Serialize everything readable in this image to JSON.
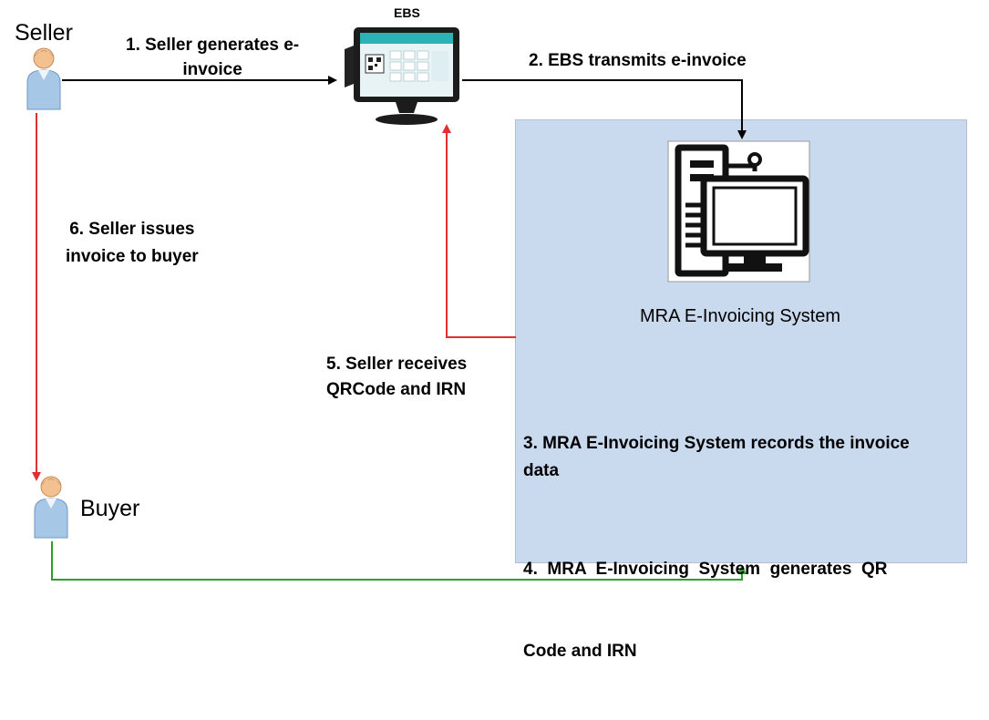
{
  "actors": {
    "seller": "Seller",
    "buyer": "Buyer",
    "ebs": "EBS",
    "system": "MRA E-Invoicing System"
  },
  "steps": {
    "s1": [
      "1. Seller generates e-",
      "invoice"
    ],
    "s2": "2. EBS transmits e-invoice",
    "s3": [
      "3. MRA E-Invoicing System records the invoice",
      "data"
    ],
    "s4": [
      "4.  MRA  E-Invoicing  System  generates  QR",
      "Code and IRN"
    ],
    "s5": [
      "5. Seller receives",
      "QRCode and IRN"
    ],
    "s6": [
      "6. Seller issues",
      "invoice to buyer"
    ]
  },
  "icons": {
    "seller": "person-icon",
    "buyer": "person-icon",
    "ebs": "pos-terminal-icon",
    "system": "desktop-computer-icon"
  },
  "colors": {
    "panel": "#c9d9ee",
    "black_arrow": "#000000",
    "red_arrow": "#e03030",
    "green_arrow": "#2aa02a"
  }
}
